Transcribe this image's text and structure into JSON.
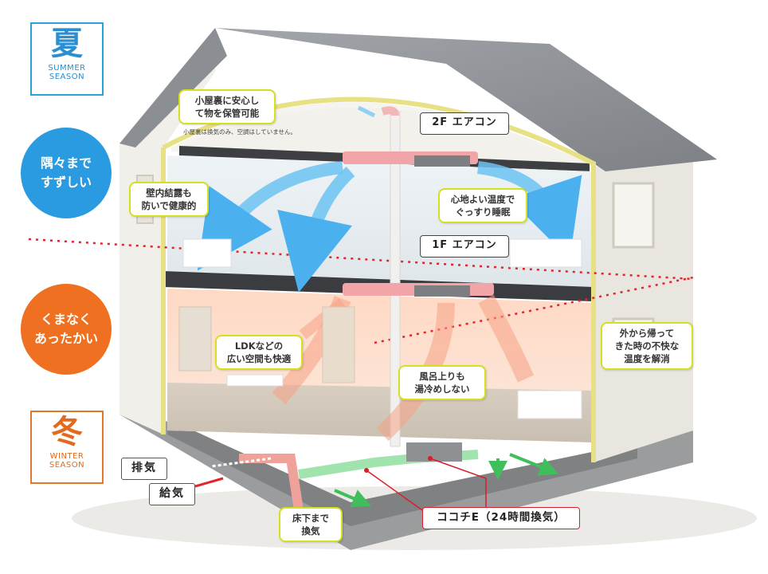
{
  "summer": {
    "kanji": "夏",
    "en_line1": "SUMMER",
    "en_line2": "SEASON",
    "circle": "隅々まで\nすずしい"
  },
  "winter": {
    "kanji": "冬",
    "en_line1": "WINTER",
    "en_line2": "SEASON",
    "circle": "くまなく\nあったかい"
  },
  "callouts": {
    "attic": "小屋裏に安心し\nて物を保管可能",
    "attic_note": "小屋裏は換気のみ、空調はしていません。",
    "condensation": "壁内結露も\n防いで健康的",
    "sleep": "心地よい温度で\nぐっすり睡眠",
    "ldk": "LDKなどの\n広い空間も快適",
    "bath": "風呂上りも\n湯冷めしない",
    "outside": "外から帰って\nきた時の不快な\n温度を解消",
    "underfloor": "床下まで\n換気"
  },
  "ac": {
    "second_floor": "2F エアコン",
    "first_floor": "1F エアコン"
  },
  "vent": {
    "exhaust": "排気",
    "supply": "給気"
  },
  "system": {
    "name": "ココチE（24時間換気）"
  },
  "colors": {
    "summer": "#2a9be0",
    "winter": "#ee7020",
    "callout_border": "#d5e020",
    "system_border": "#d81e2a",
    "roof": "#8d9094",
    "wall": "#f1efe9"
  }
}
